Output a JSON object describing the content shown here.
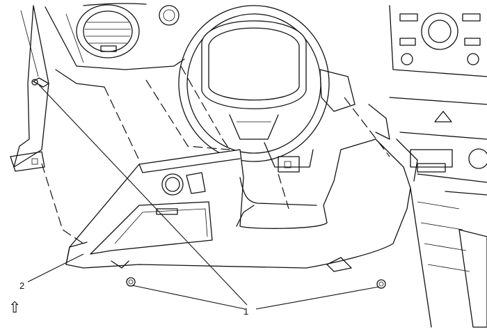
{
  "callouts": [
    {
      "id": "callout-1",
      "text": "1"
    },
    {
      "id": "callout-2",
      "text": "2"
    }
  ],
  "orientation_arrow": "⇧"
}
